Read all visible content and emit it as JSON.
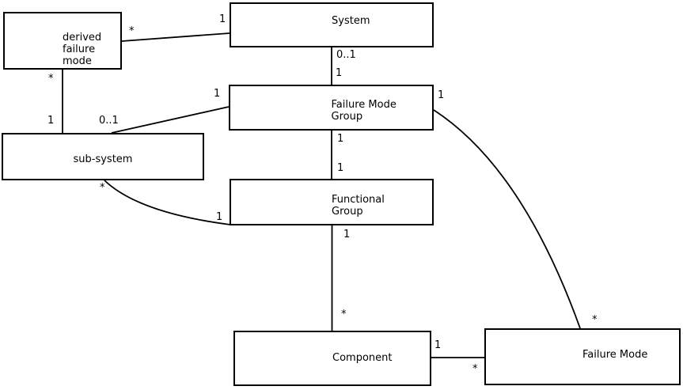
{
  "diagram": {
    "type": "uml-class-association-diagram",
    "colors": {
      "background": "#ffffff",
      "line": "#000000",
      "box_fill": "#ffffff",
      "text": "#000000"
    },
    "entities": [
      {
        "id": "derived-failure-mode",
        "lines": [
          "derived",
          "failure",
          "mode"
        ]
      },
      {
        "id": "system",
        "lines": [
          "System"
        ]
      },
      {
        "id": "failure-mode-group",
        "lines": [
          "Failure Mode",
          "Group"
        ]
      },
      {
        "id": "sub-system",
        "lines": [
          "sub-system"
        ]
      },
      {
        "id": "functional-group",
        "lines": [
          "Functional",
          "Group"
        ]
      },
      {
        "id": "component",
        "lines": [
          "Component"
        ]
      },
      {
        "id": "failure-mode",
        "lines": [
          "Failure Mode"
        ]
      }
    ],
    "associations": [
      {
        "from": "derived-failure-mode",
        "to": "system",
        "from_label": "*",
        "to_label": "1"
      },
      {
        "from": "derived-failure-mode",
        "to": "sub-system",
        "from_label": "*",
        "to_label": "1"
      },
      {
        "from": "system",
        "to": "failure-mode-group",
        "from_label": "0..1",
        "to_label": "1"
      },
      {
        "from": "failure-mode-group",
        "to": "sub-system",
        "from_label": "1",
        "to_label": "0..1"
      },
      {
        "from": "failure-mode-group",
        "to": "functional-group",
        "from_label": "1",
        "to_label": "1"
      },
      {
        "from": "sub-system",
        "to": "functional-group",
        "from_label": "*",
        "to_label": "1"
      },
      {
        "from": "functional-group",
        "to": "component",
        "from_label": "1",
        "to_label": "*"
      },
      {
        "from": "component",
        "to": "failure-mode",
        "from_label": "1",
        "to_label": "*"
      },
      {
        "from": "failure-mode-group",
        "to": "failure-mode",
        "from_label": "1",
        "to_label": "*"
      }
    ]
  }
}
